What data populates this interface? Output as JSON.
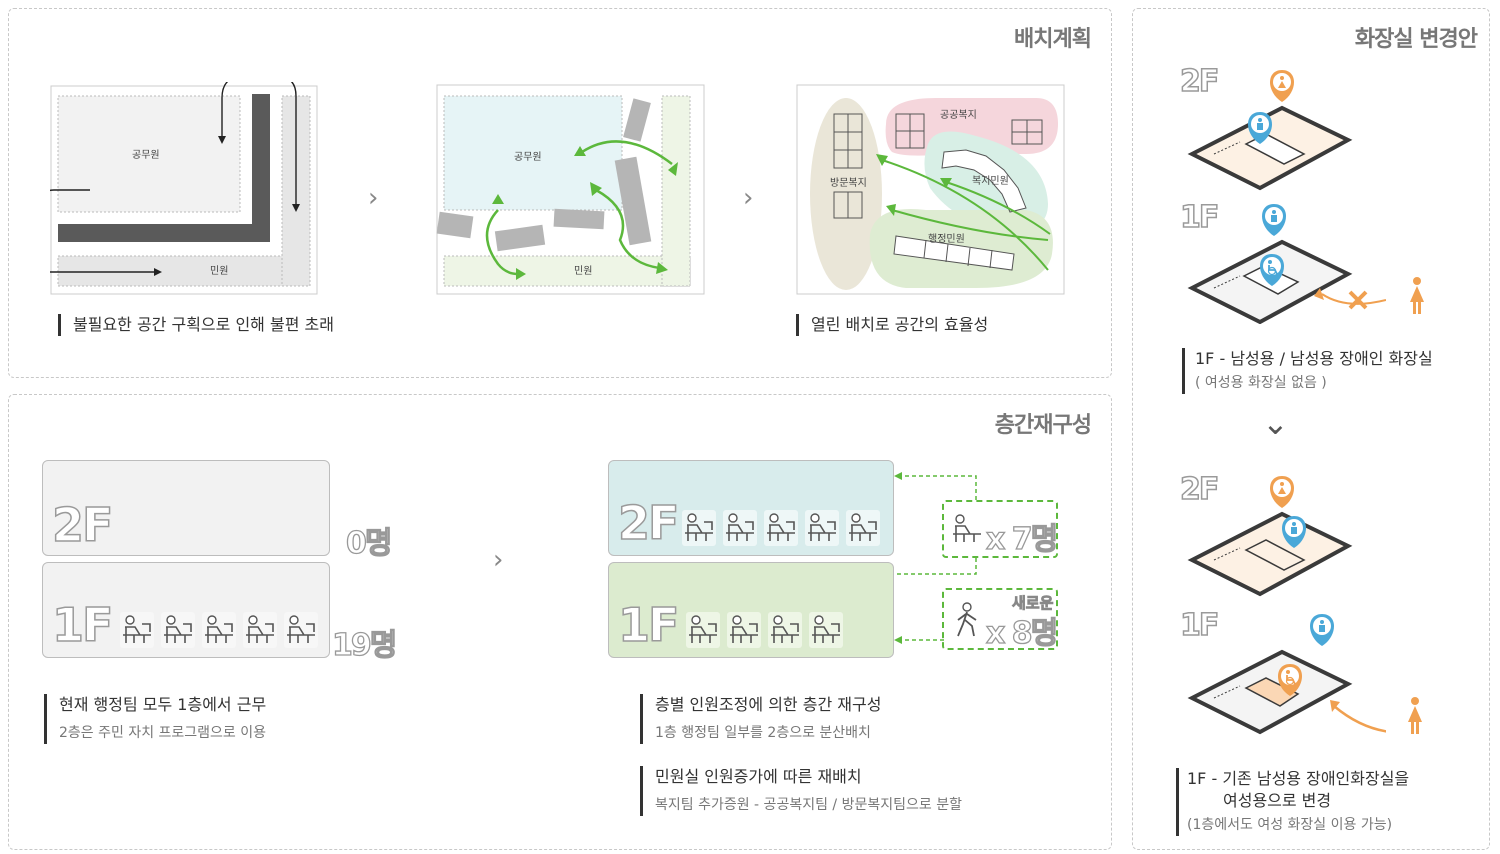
{
  "layout_section": {
    "title": "배치계획",
    "diagram1": {
      "label_staff": "공무원",
      "label_civil": "민원"
    },
    "diagram2": {
      "label_staff": "공무원",
      "label_civil": "민원"
    },
    "diagram3": {
      "label_public": "공공복지",
      "label_visit": "방문복지",
      "label_welfare_civil": "복지민원",
      "label_admin_civil": "행정민원"
    },
    "caption_left": "불필요한 공간 구획으로 인해 불편 초래",
    "caption_right": "열린 배치로 공간의 효율성",
    "next_arrow": "›"
  },
  "floor_section": {
    "title": "층간재구성",
    "current": {
      "floor2_label": "2F",
      "floor2_count": "0명",
      "floor1_label": "1F",
      "floor1_count": "19명"
    },
    "proposed": {
      "floor2_label": "2F",
      "floor1_label": "1F",
      "move_count": "x 7명",
      "new_tag": "새로운",
      "new_count": "x 8명"
    },
    "caption_left_main": "현재 행정팀 모두 1층에서 근무",
    "caption_left_sub": "2층은 주민 자치 프로그램으로 이용",
    "caption_right1_main": "층별 인원조정에 의한 층간 재구성",
    "caption_right1_sub": "1층 행정팀 일부를 2층으로 분산배치",
    "caption_right2_main": "민원실 인원증가에 따른 재배치",
    "caption_right2_sub": "복지팀 추가증원 -  공공복지팀 / 방문복지팀으로 분할",
    "next_arrow": "›"
  },
  "toilet_section": {
    "title": "화장실 변경안",
    "before": {
      "f2": "2F",
      "f1": "1F"
    },
    "after": {
      "f2": "2F",
      "f1": "1F"
    },
    "caption1_main": "1F - 남성용 / 남성용 장애인 화장실",
    "caption1_sub": "( 여성용 화장실 없음 )",
    "caption2_line1": "1F - 기존 남성용 장애인화장실을",
    "caption2_line2": "여성용으로 변경",
    "caption2_sub": "(1층에서도 여성 화장실 이용 가능)",
    "down_arrow": "⌄"
  },
  "colors": {
    "green": "#5cb83c",
    "orange": "#f0a050",
    "blue": "#4aa8d8",
    "dark_wall": "#5a5a5a"
  }
}
